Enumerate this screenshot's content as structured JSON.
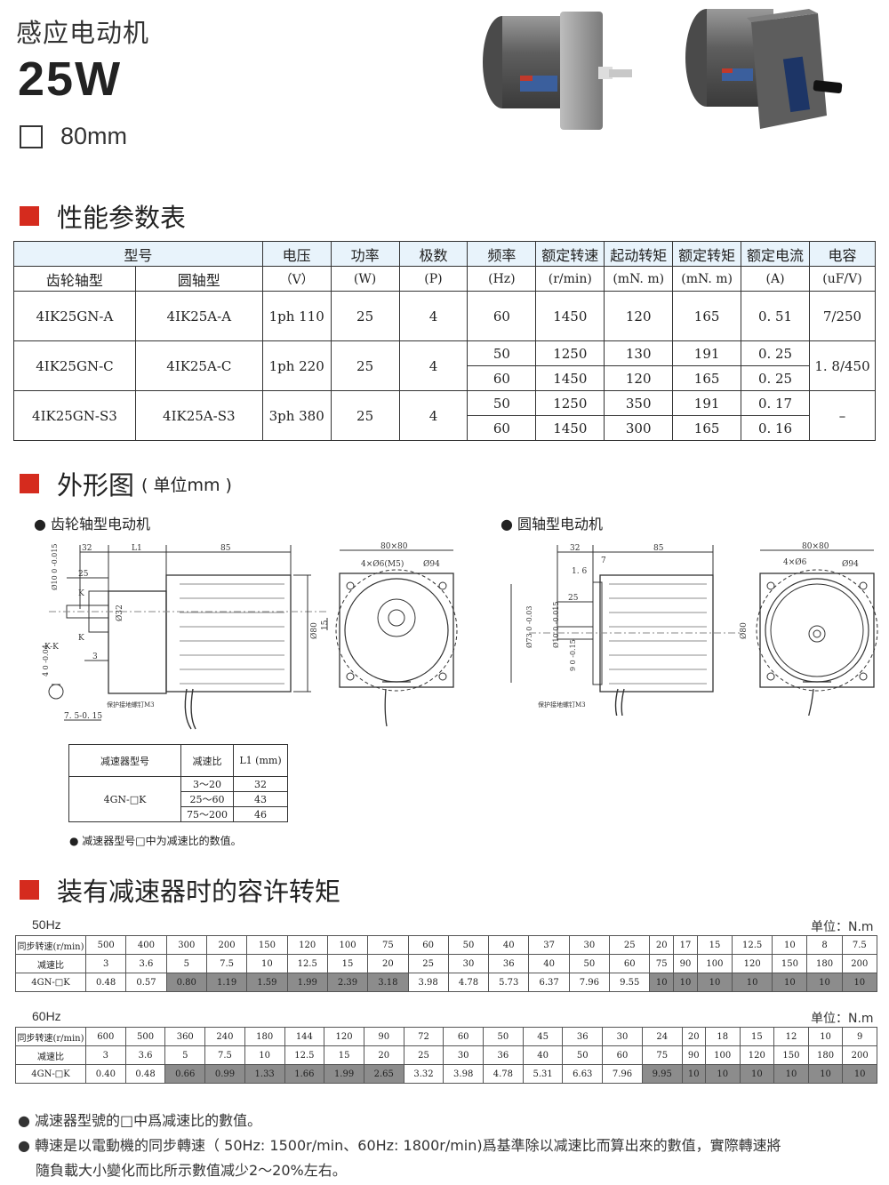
{
  "header": {
    "title": "感应电动机",
    "power": "25W",
    "size": "80mm"
  },
  "sections": {
    "performance": "性能参数表",
    "outline": "外形图",
    "outline_unit": "( 单位mm )",
    "torque": "装有减速器时的容许转矩"
  },
  "spec_table": {
    "group_header": "型号",
    "headers": [
      "电压",
      "功率",
      "极数",
      "频率",
      "额定转速",
      "起动转矩",
      "额定转矩",
      "额定电流",
      "电容"
    ],
    "sub_headers": [
      "齿轮轴型",
      "圆轴型",
      "（V）",
      "(W)",
      "(P)",
      "(Hz)",
      "(r/min)",
      "(mN. m)",
      "(mN. m)",
      "(A)",
      "(uF/V)"
    ],
    "rows": [
      {
        "gear": "4IK25GN-A",
        "round": "4IK25A-A",
        "voltage": "1ph 110",
        "power": "25",
        "poles": "4",
        "sub": [
          {
            "hz": "60",
            "speed": "1450",
            "start": "120",
            "rated": "165",
            "current": "0. 51"
          }
        ],
        "cap": "7/250"
      },
      {
        "gear": "4IK25GN-C",
        "round": "4IK25A-C",
        "voltage": "1ph 220",
        "power": "25",
        "poles": "4",
        "sub": [
          {
            "hz": "50",
            "speed": "1250",
            "start": "130",
            "rated": "191",
            "current": "0. 25"
          },
          {
            "hz": "60",
            "speed": "1450",
            "start": "120",
            "rated": "165",
            "current": "0. 25"
          }
        ],
        "cap": "1. 8/450"
      },
      {
        "gear": "4IK25GN-S3",
        "round": "4IK25A-S3",
        "voltage": "3ph 380",
        "power": "25",
        "poles": "4",
        "sub": [
          {
            "hz": "50",
            "speed": "1250",
            "start": "350",
            "rated": "191",
            "current": "0. 17"
          },
          {
            "hz": "60",
            "speed": "1450",
            "start": "300",
            "rated": "165",
            "current": "0. 16"
          }
        ],
        "cap": "–"
      }
    ]
  },
  "drawings": {
    "gear_title": "齿轮轴型电动机",
    "round_title": "圆轴型电动机",
    "gear_dims": {
      "d32": "32",
      "l1": "L1",
      "d85": "85",
      "d25": "25",
      "phi32": "Ø32",
      "kk": "K-K",
      "k": "K",
      "d3": "3",
      "d75": "7. 5-0. 15",
      "d4": "4 0 -0.04",
      "phi10": "Ø10 0 -0.015",
      "screw": "保护接地螺钉M3",
      "d80x80": "80×80",
      "holes": "4×Ø6(M5)",
      "phi94": "Ø94",
      "phi80": "Ø80",
      "d15": "15"
    },
    "round_dims": {
      "d32": "32",
      "d85": "85",
      "d7": "7",
      "d16": "1. 6",
      "d25": "25",
      "phi73": "Ø73 0 -0.03",
      "phi10": "Ø10 0 -0.015",
      "d9": "9 0 -0.15",
      "screw": "保护接地螺钉M3",
      "d80x80": "80×80",
      "holes": "4×Ø6",
      "phi94": "Ø94",
      "phi80": "Ø80"
    }
  },
  "reducer_table": {
    "headers": [
      "减速器型号",
      "减速比",
      "L1 (mm)"
    ],
    "model": "4GN-□K",
    "rows": [
      [
        "3～20",
        "32"
      ],
      [
        "25～60",
        "43"
      ],
      [
        "75～200",
        "46"
      ]
    ],
    "note": "减速器型号□中为减速比的数值。"
  },
  "torque_tables": [
    {
      "hz": "50Hz",
      "unit": "单位：N.m",
      "labels": [
        "同步转速(r/min)",
        "减速比",
        "4GN-□K"
      ],
      "speed": [
        "500",
        "400",
        "300",
        "200",
        "150",
        "120",
        "100",
        "75",
        "60",
        "50",
        "40",
        "37",
        "30",
        "25",
        "20",
        "17",
        "15",
        "12.5",
        "10",
        "8",
        "7.5"
      ],
      "ratio": [
        "3",
        "3.6",
        "5",
        "7.5",
        "10",
        "12.5",
        "15",
        "20",
        "25",
        "30",
        "36",
        "40",
        "50",
        "60",
        "75",
        "90",
        "100",
        "120",
        "150",
        "180",
        "200"
      ],
      "torque": [
        "0.48",
        "0.57",
        "0.80",
        "1.19",
        "1.59",
        "1.99",
        "2.39",
        "3.18",
        "3.98",
        "4.78",
        "5.73",
        "6.37",
        "7.96",
        "9.55",
        "10",
        "10",
        "10",
        "10",
        "10",
        "10",
        "10"
      ],
      "dark_from": 2,
      "dark_to": 7,
      "dark_tail": 14
    },
    {
      "hz": "60Hz",
      "unit": "单位：N.m",
      "labels": [
        "同步转速(r/min)",
        "减速比",
        "4GN-□K"
      ],
      "speed": [
        "600",
        "500",
        "360",
        "240",
        "180",
        "144",
        "120",
        "90",
        "72",
        "60",
        "50",
        "45",
        "36",
        "30",
        "24",
        "20",
        "18",
        "15",
        "12",
        "10",
        "9"
      ],
      "ratio": [
        "3",
        "3.6",
        "5",
        "7.5",
        "10",
        "12.5",
        "15",
        "20",
        "25",
        "30",
        "36",
        "40",
        "50",
        "60",
        "75",
        "90",
        "100",
        "120",
        "150",
        "180",
        "200"
      ],
      "torque": [
        "0.40",
        "0.48",
        "0.66",
        "0.99",
        "1.33",
        "1.66",
        "1.99",
        "2.65",
        "3.32",
        "3.98",
        "4.78",
        "5.31",
        "6.63",
        "7.96",
        "9.95",
        "10",
        "10",
        "10",
        "10",
        "10",
        "10"
      ],
      "dark_from": 2,
      "dark_to": 7,
      "dark_tail": 14
    }
  ],
  "notes": [
    "减速器型號的□中爲减速比的數值。",
    "轉速是以電動機的同步轉速（ 50Hz: 1500r/min、60Hz: 1800r/min)爲基準除以减速比而算出來的數值，實際轉速將",
    "隨負載大小變化而比所示數值减少2～20%左右。"
  ]
}
